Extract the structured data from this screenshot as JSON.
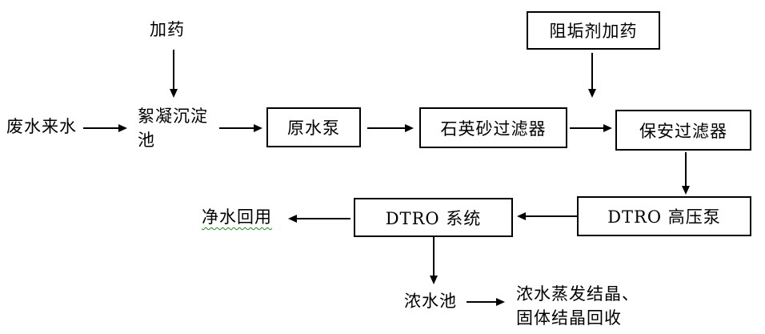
{
  "diagram": {
    "background_color": "#ffffff",
    "line_color": "#000000",
    "spellcheck_underline_color": "#1e8c1e",
    "labels": {
      "dosing": "加药",
      "influent": "废水来水",
      "floc_tank": {
        "line1": "絮凝沉淀",
        "line2": "池"
      },
      "clean_water_reuse": "净水回用",
      "concentrate_tank": "浓水池",
      "evaporation": {
        "line1": "浓水蒸发结晶、",
        "line2": "固体结晶回收"
      }
    },
    "boxes": {
      "antiscalant_dosing": "阻垢剂加药",
      "raw_water_pump": "原水泵",
      "quartz_sand_filter": "石英砂过滤器",
      "cartridge_filter": "保安过滤器",
      "dtro_hp_pump": "DTRO 高压泵",
      "dtro_system": "DTRO 系统"
    }
  }
}
